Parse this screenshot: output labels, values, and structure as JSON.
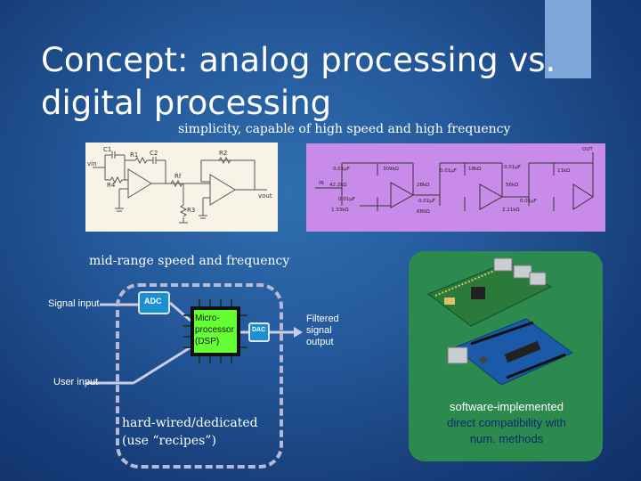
{
  "slide": {
    "title_line1": "Concept: analog processing vs.",
    "title_line2": "digital processing",
    "analog_subtitle": "simplicity, capable of high speed and  high frequency",
    "mid_label": "mid-range speed and frequency",
    "signal_input": "Signal input",
    "user_input": "User input",
    "filtered_output_line1": "Filtered",
    "filtered_output_line2": "signal",
    "filtered_output_line3": "output",
    "adc_label": "ADC",
    "dac_label": "DAC",
    "chip_line1": "Micro-",
    "chip_line2": "processor",
    "chip_line3": "(DSP)",
    "hardwired_line1": "hard-wired/dedicated",
    "hardwired_line2": "(use “recipes”)",
    "software_line1": "software-implemented",
    "software_line2": "direct compatibility  with",
    "software_line3": "num. methods"
  },
  "analog_schematic": {
    "labels": [
      "C1",
      "R1",
      "C2",
      "Rf",
      "R3",
      "R2",
      "R4",
      "vin",
      "vout"
    ]
  },
  "filter_schematic": {
    "labels": [
      "0.01µF",
      "309kΩ",
      "0.01µF",
      "18kΩ",
      "0.01µF",
      "11kΩ",
      "IN",
      "42.2kΩ",
      "28kΩ",
      "56kΩ",
      "0.01µF",
      "0.01µF",
      "0.01µF",
      "1.33kΩ",
      "680Ω",
      "2.21kΩ",
      "OUT"
    ]
  },
  "colors": {
    "accent_bar": "#7fa6d8",
    "chip": "#66ff33",
    "adc_dac": "#1b8fd0",
    "board_panel": "#2d8a4f",
    "filter_panel": "#c98bea"
  }
}
